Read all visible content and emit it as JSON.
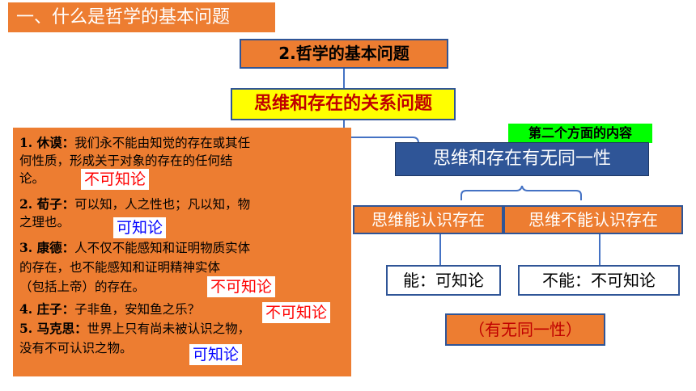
{
  "header": {
    "title": "一、什么是哲学的基本问题"
  },
  "diagram": {
    "main_title": "2.哲学的基本问题",
    "core": "思维和存在的关系问题",
    "aspect_label": "第二个方面的内容",
    "aspect": "思维和存在有无同一性",
    "branch_left": "思维能认识存在",
    "branch_right": "思维不能认识存在",
    "answer_left": "能：可知论",
    "answer_right": "不能：不可知论",
    "result": "（有无同一性）"
  },
  "quotes": [
    {
      "name": "1. 休谟：",
      "lines": [
        "我们永不能由知觉的存在或其任",
        "何性质，形成关于对象的存在的任何结",
        "论。"
      ],
      "tag": "不可知论",
      "tag_color": "#FF0000"
    },
    {
      "name": "2. 荀子：",
      "lines": [
        "可以知，人之性也；凡以知，物",
        "之理也。"
      ],
      "tag": "可知论",
      "tag_color": "#0000FF"
    },
    {
      "name": "3. 康德：",
      "lines": [
        "人不仅不能感知和证明物质实体",
        "的存在，也不能感知和证明精神实体",
        "（包括上帝）的存在。"
      ],
      "tag": "不可知论",
      "tag_color": "#FF0000"
    },
    {
      "name": "4. 庄子：",
      "lines": [
        "子非鱼，安知鱼之乐？"
      ],
      "tag": "不可知论",
      "tag_color": "#FF0000"
    },
    {
      "name": "5. 马克思：",
      "lines": [
        "世界上只有尚未被认识之物，",
        "没有不可认识之物。"
      ],
      "tag": "可知论",
      "tag_color": "#0000FF"
    }
  ]
}
